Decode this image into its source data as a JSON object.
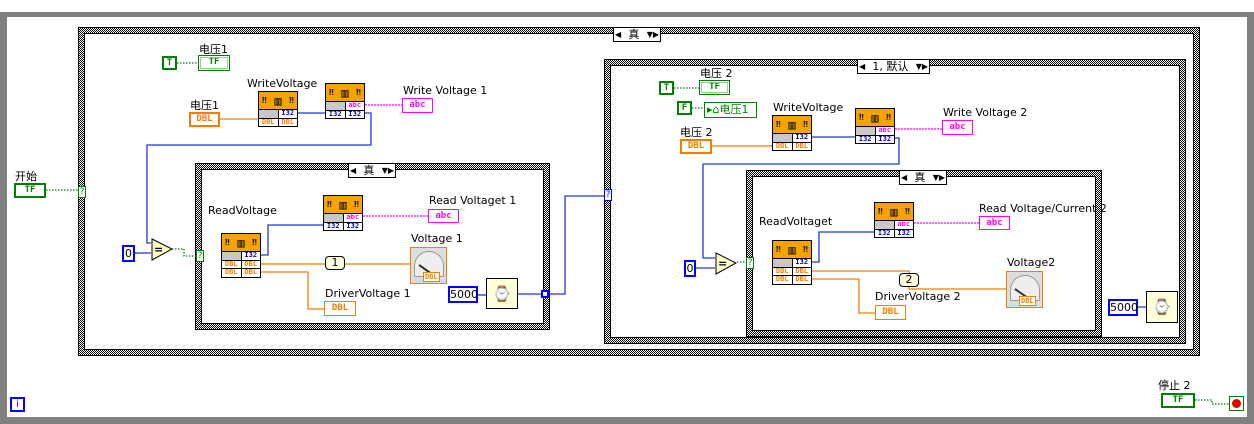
{
  "terminal_types": {
    "i32": "I32",
    "dbl": "DBL",
    "abc": "abc",
    "tf": "TF",
    "true": "T",
    "false": "F",
    "selector": "?"
  },
  "colors": {
    "numeric_wire": "#f07f00",
    "integer_wire": "#1c3ad6",
    "string_wire": "#ff00ff",
    "boolean_wire": "#007f00",
    "loop_border": "#808080"
  },
  "while_loop": {
    "info_icon": "i",
    "stop_label": "停止 2",
    "stop_icon": "stop-icon"
  },
  "start_control": {
    "label": "开始"
  },
  "outer_case": {
    "selector": "真",
    "true_const_label": "电压1",
    "voltage_control_label": "电压1",
    "write_subvi_label": "WriteVoltage",
    "write_string_label": "Write Voltage  1",
    "compare_const": "0",
    "inner_case": {
      "selector": "真",
      "read_subvi_label": "ReadVoltage",
      "read_string_label": "Read Voltaget 1",
      "index_const": "1",
      "gauge_label": "Voltage 1",
      "driver_label": "DriverVoltage 1"
    },
    "wait_ms": "5000",
    "right_case": {
      "selector": "1, 默认",
      "true_const_label": "电压 2",
      "local_var_label": "电压1",
      "voltage_control_label": "电压 2",
      "write_subvi_label": "WriteVoltage",
      "write_string_label": "Write Voltage  2",
      "compare_const": "0",
      "inner_case": {
        "selector": "真",
        "read_subvi_label": "ReadVoltaget",
        "read_string_label": "Read Voltage/Current 2",
        "index_const": "2",
        "gauge_label": "Voltage2",
        "driver_label": "DriverVoltage 2"
      },
      "wait_ms": "5000"
    }
  }
}
